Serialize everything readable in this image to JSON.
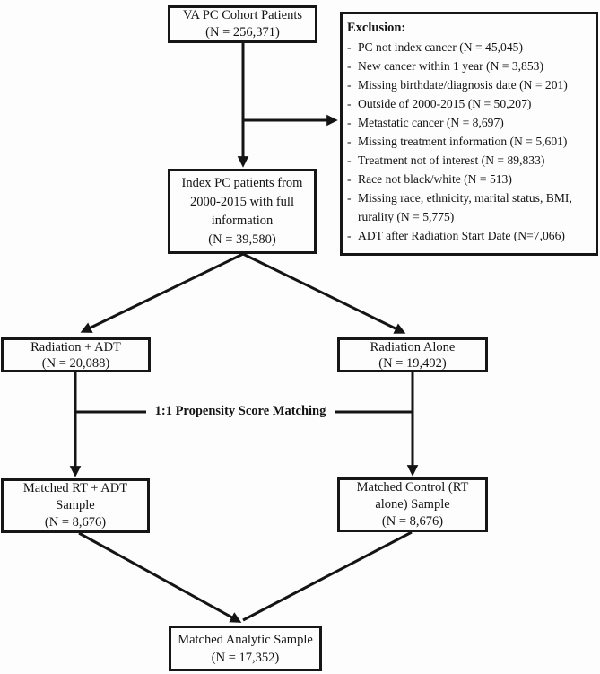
{
  "diagram": {
    "background": "#fdfdfd",
    "ink": "#141414",
    "border_color": "#161616"
  },
  "boxes": {
    "cohort": {
      "lines": [
        "VA PC Cohort Patients",
        "(N = 256,371)"
      ]
    },
    "index_patients": {
      "lines": [
        "Index PC patients from",
        "2000-2015 with full",
        "information",
        "(N = 39,580)"
      ]
    },
    "radiation_adt": {
      "lines": [
        "Radiation + ADT",
        "(N = 20,088)"
      ]
    },
    "radiation_alone": {
      "lines": [
        "Radiation Alone",
        "(N = 19,492)"
      ]
    },
    "matched_rt_adt": {
      "lines": [
        "Matched RT + ADT",
        "Sample",
        "(N = 8,676)"
      ]
    },
    "matched_control": {
      "lines": [
        "Matched Control (RT",
        "alone) Sample",
        "(N = 8,676)"
      ]
    },
    "matched_analytic": {
      "lines": [
        "Matched Analytic Sample",
        "(N = 17,352)"
      ]
    }
  },
  "exclusion": {
    "header": "Exclusion:",
    "bullet": "-",
    "items": [
      "PC not index cancer (N = 45,045)",
      "New cancer within 1 year (N = 3,853)",
      "Missing birthdate/diagnosis date (N = 201)",
      "Outside of 2000-2015 (N = 50,207)",
      "Metastatic cancer (N = 8,697)",
      "Missing treatment information (N = 5,601)",
      "Treatment not of interest (N = 89,833)",
      "Race not black/white (N = 513)",
      "Missing race, ethnicity, marital status, BMI,\nrurality (N = 5,775)",
      "ADT after Radiation Start Date (N=7,066)"
    ]
  },
  "labels": {
    "propensity_matching": "1:1 Propensity Score Matching"
  }
}
